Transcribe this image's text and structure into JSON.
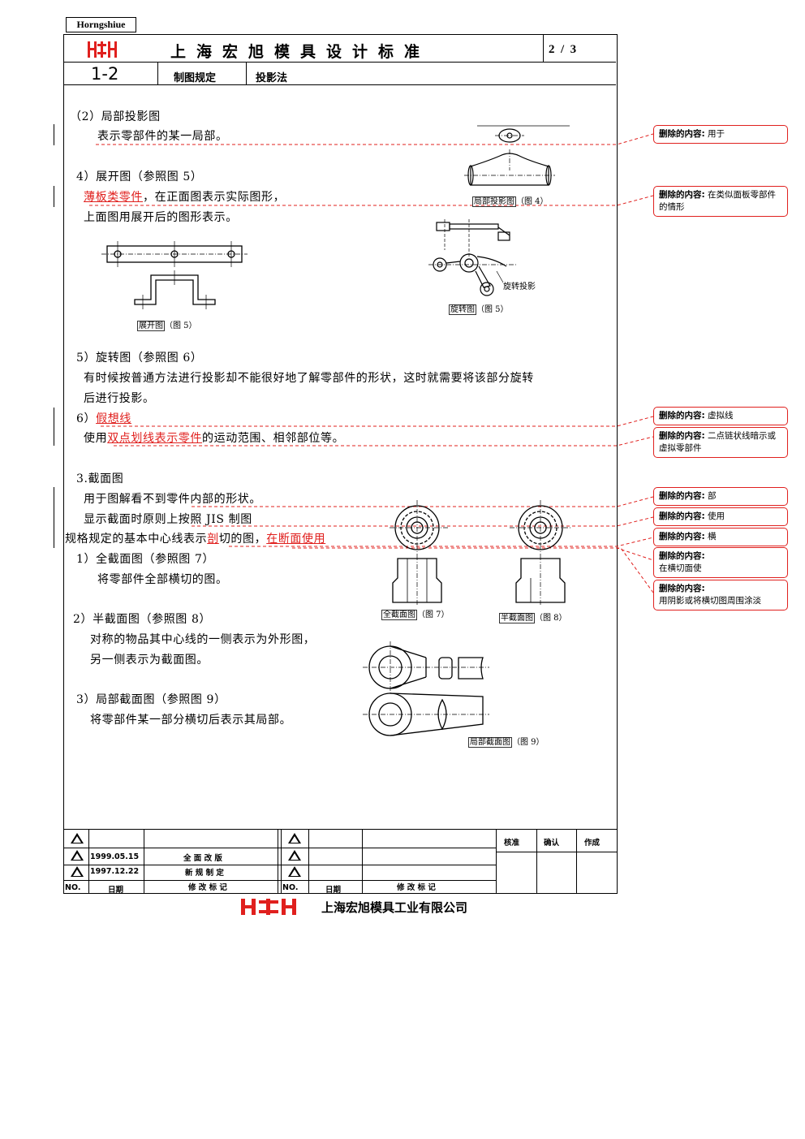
{
  "header": {
    "brand_tag": "Horngshiue",
    "standard_title": "上海宏旭模具设计标准",
    "page_number": "2  /  3",
    "doc_no": "1-2",
    "category": "制图规定",
    "subcategory": "投影法"
  },
  "body": {
    "s1_title": "（2）局部投影图",
    "s1_text": "表示零部件的某一局部。",
    "s2_title": "4）展开图（参照图 5）",
    "s2_red": "薄板类零件",
    "s2_text1_rest": "，在正面图表示实际图形，",
    "s2_text2": "上面图用展开后的图形表示。",
    "s3_title": "5）旋转图（参照图 6）",
    "s3_text1": "有时候按普通方法进行投影却不能很好地了解零部件的形状，这时就需要将该部分旋转",
    "s3_text2": "后进行投影。",
    "s4_title_prefix": "6）",
    "s4_title_red": "假想线",
    "s4_text_prefix": "使用",
    "s4_text_red": "双点划线表示零件",
    "s4_text_rest": "的运动范围、相邻部位等。",
    "s5_title": "3.截面图",
    "s5_text1": "用于图解看不到零件内部的形状。",
    "s5_text2": "显示截面时原则上按照 JIS 制图",
    "s5_text3_a": "规格规定的基本中心线表示",
    "s5_text3_red1": "剖",
    "s5_text3_b": "切的图，",
    "s5_text3_red2": "在断面使用",
    "s6_title": "1）全截面图（参照图 7）",
    "s6_text": "将零部件全部横切的图。",
    "s7_title": "2）半截面图（参照图 8）",
    "s7_text1": "对称的物品其中心线的一侧表示为外形图，",
    "s7_text2": "另一侧表示为截面图。",
    "s8_title": "3）局部截面图（参照图 9）",
    "s8_text": "将零部件某一部分横切后表示其局部。"
  },
  "figures": {
    "fig4_name": "局部投影图",
    "fig4_num": "（图 4）",
    "fig5a_name": "展开图",
    "fig5a_num": "（图 5）",
    "fig5b_name": "旋转图",
    "fig5b_num": "（图 5）",
    "fig5b_note": "旋转投影",
    "fig7_name": "全截面图",
    "fig7_num": "（图 7）",
    "fig8_name": "半截面图",
    "fig8_num": "（图 8）",
    "fig9_name": "局部截面图",
    "fig9_num": "（图 9）"
  },
  "comments": {
    "label": "删除的内容:",
    "c1": "用于",
    "c2": "在类似面板零部件的情形",
    "c3": "虚拟线",
    "c4": "二点链状线暗示或虚拟零部件",
    "c5": "部",
    "c6": "使用",
    "c7": "横",
    "c8": "在横切面使",
    "c9": "用阴影或将横切图周围涂淡"
  },
  "revision": {
    "row2_date": "1999.05.15",
    "row2_mark": "全 面 改 版",
    "row3_date": "1997.12.22",
    "row3_mark": "新 规 制 定",
    "col_no": "NO.",
    "col_date": "日期",
    "col_mark": "修 改 标 记",
    "approve": "核准",
    "confirm": "确认",
    "author": "作成"
  },
  "footer": {
    "company": "上海宏旭模具工业有限公司"
  },
  "colors": {
    "accent_red": "#e0201e"
  }
}
